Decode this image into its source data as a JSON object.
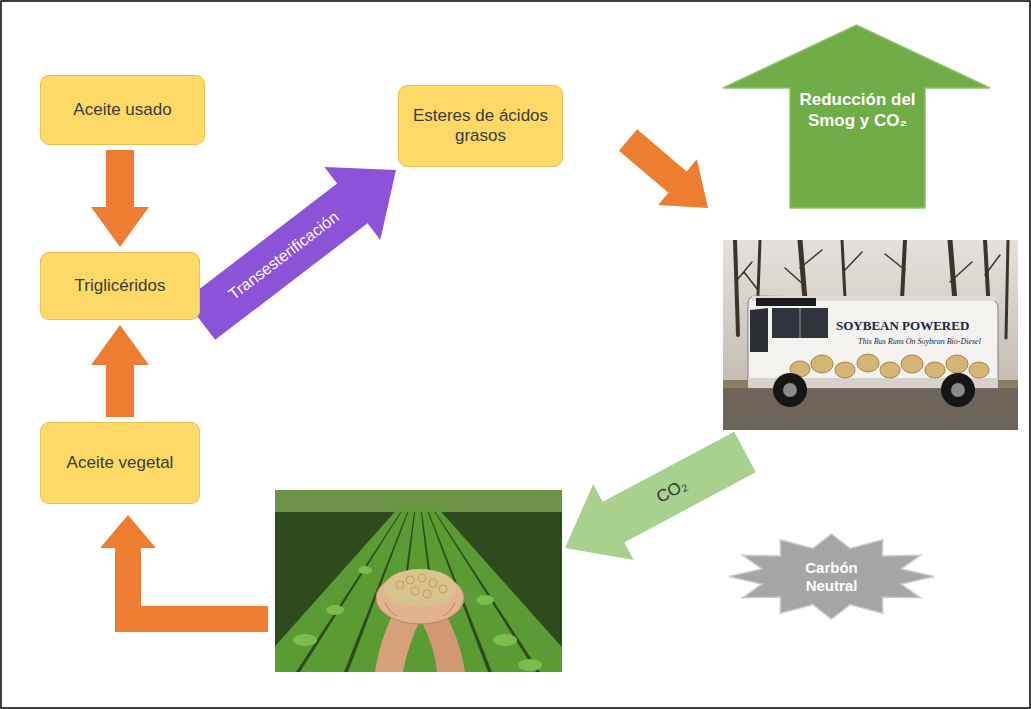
{
  "diagram": {
    "nodes": [
      {
        "text": [
          "Aceite usado"
        ]
      },
      {
        "text": [
          "Triglicéridos"
        ]
      },
      {
        "text": [
          "Aceite vegetal"
        ]
      },
      {
        "text": [
          "Esteres de ácidos grasos"
        ]
      },
      {
        "text": [
          "Reducción del Smog y CO₂"
        ]
      },
      {
        "text": [
          "Carbón Neutral"
        ]
      }
    ],
    "edges": [
      {
        "from": 0,
        "to": 1,
        "arrow": "to"
      },
      {
        "from": 2,
        "to": 1,
        "arrow": "to"
      },
      {
        "from": 1,
        "to": 3,
        "label": "Transesterificación",
        "arrow": "to"
      }
    ],
    "labels": [
      "CO₂",
      "SOYBEAN POWERED",
      "This Bus Runs On Soybean Bio-Diesel"
    ]
  }
}
